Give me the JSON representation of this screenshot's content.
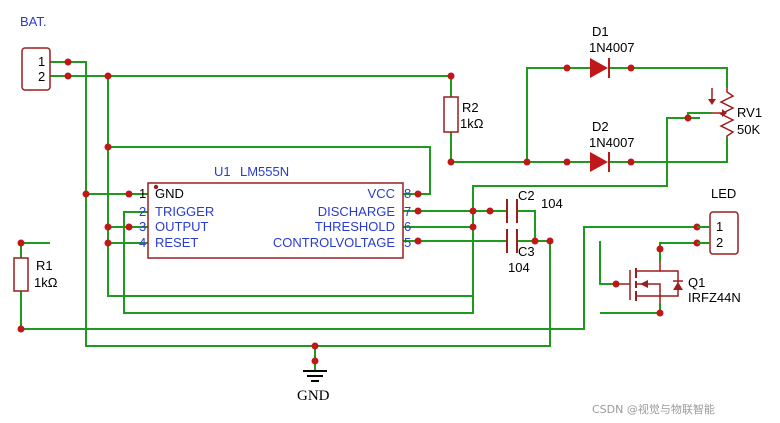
{
  "battery": {
    "title": "BAT.",
    "pins": [
      "1",
      "2"
    ]
  },
  "ic": {
    "ref": "U1",
    "part": "LM555N",
    "left_pins": [
      {
        "num": "1",
        "name": "GND"
      },
      {
        "num": "2",
        "name": "TRIGGER"
      },
      {
        "num": "3",
        "name": "OUTPUT"
      },
      {
        "num": "4",
        "name": "RESET"
      }
    ],
    "right_pins": [
      {
        "num": "8",
        "name": "VCC"
      },
      {
        "num": "7",
        "name": "DISCHARGE"
      },
      {
        "num": "6",
        "name": "THRESHOLD"
      },
      {
        "num": "5",
        "name": "CONTROLVOLTAGE"
      }
    ]
  },
  "r1": {
    "ref": "R1",
    "value": "1kΩ"
  },
  "r2": {
    "ref": "R2",
    "value": "1kΩ"
  },
  "d1": {
    "ref": "D1",
    "part": "1N4007"
  },
  "d2": {
    "ref": "D2",
    "part": "1N4007"
  },
  "rv1": {
    "ref": "RV1",
    "value": "50K"
  },
  "c2": {
    "ref": "C2",
    "value": "104"
  },
  "c3": {
    "ref": "C3",
    "value": "104"
  },
  "led": {
    "title": "LED",
    "pins": [
      "1",
      "2"
    ]
  },
  "q1": {
    "ref": "Q1",
    "part": "IRFZ44N"
  },
  "ground": {
    "label": "GND"
  },
  "watermark": "CSDN @视觉与物联智能",
  "colors": {
    "wire": "#1e9b1e",
    "component": "#9b1e1e",
    "pin_text": "#2a3bd0",
    "power_pin": "#d02020",
    "junction": "#c01818"
  }
}
